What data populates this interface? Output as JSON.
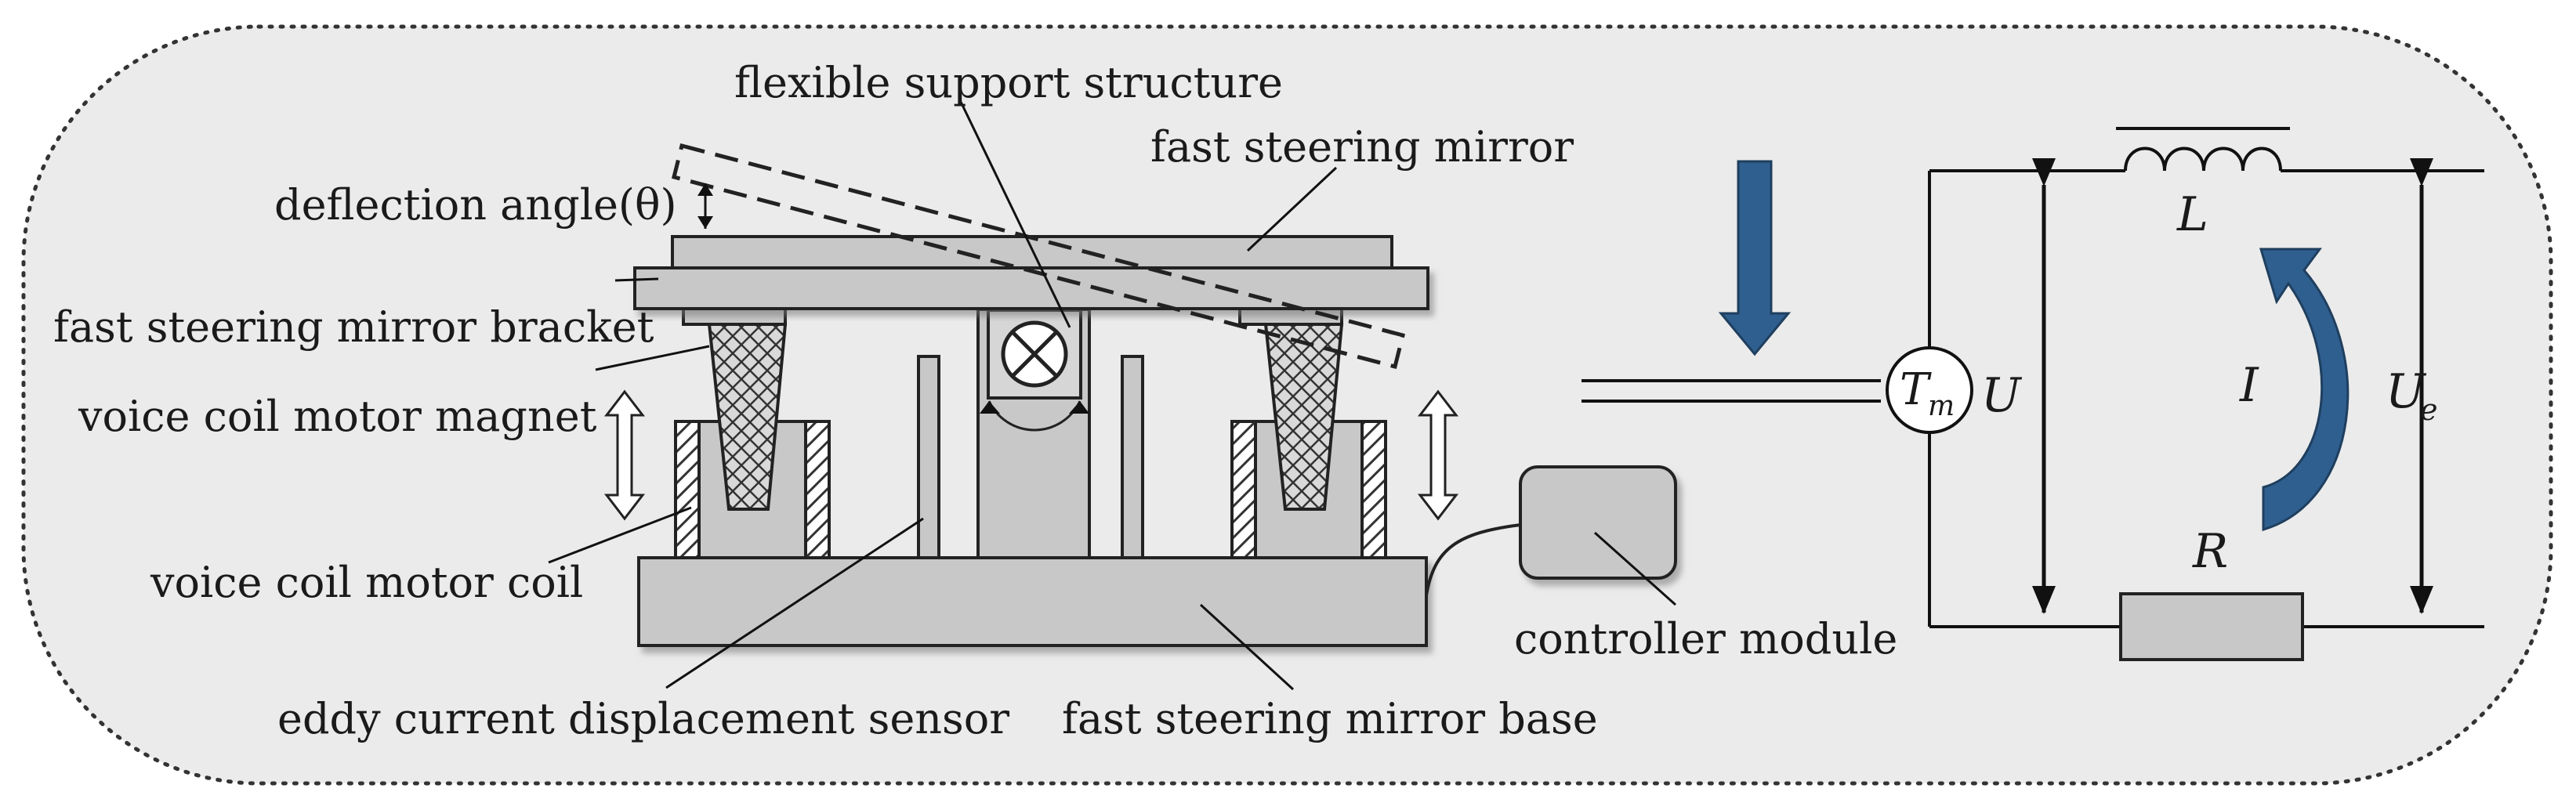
{
  "labels": {
    "flexible_support": "flexible support structure",
    "fast_steering_mirror": "fast steering mirror",
    "deflection_angle": "deflection angle(θ)",
    "mirror_bracket": "fast steering mirror bracket",
    "vcm_magnet": "voice coil motor magnet",
    "vcm_coil": "voice coil motor coil",
    "eddy_sensor": "eddy current displacement sensor",
    "mirror_base": "fast steering mirror base",
    "controller": "controller module"
  },
  "circuit": {
    "torque_symbol": "T",
    "torque_subscript": "m",
    "inductor_symbol": "L",
    "resistor_symbol": "R",
    "current_symbol": "I",
    "voltage_symbol": "U",
    "emf_symbol": "U",
    "emf_subscript": "e"
  },
  "colors": {
    "background_panel": "#ebebeb",
    "part_fill": "#c8c8c8",
    "arrow_blue": "#2f5f8f",
    "outline": "#222222"
  }
}
